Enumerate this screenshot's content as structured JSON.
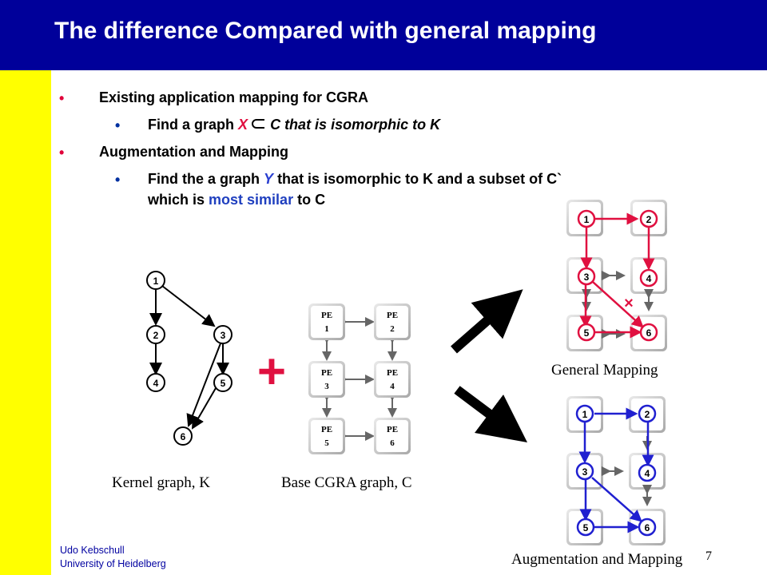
{
  "title": "The difference Compared with general mapping",
  "bullets": {
    "b1": "Existing application mapping for CGRA",
    "b1a_prefix": "Find a graph",
    "b1a_x": "X",
    "b1a_suffix": "C that is isomorphic to K",
    "b2": "Augmentation and Mapping",
    "b2a_prefix": "Find the a graph",
    "b2a_y": "Y",
    "b2a_suffix": "that is isomorphic to K and a subset of C`",
    "b2b_prefix": "which is",
    "b2b_highlight": "most similar",
    "b2b_suffix": "to C"
  },
  "labels": {
    "kernel": "Kernel graph, K",
    "base": "Base CGRA graph, C",
    "general": "General Mapping",
    "augment": "Augmentation and Mapping",
    "plus": "+",
    "cross": "×"
  },
  "kernel_nodes": [
    "1",
    "2",
    "3",
    "4",
    "5",
    "6"
  ],
  "pe_nodes": [
    {
      "top": "PE",
      "bottom": "1"
    },
    {
      "top": "PE",
      "bottom": "2"
    },
    {
      "top": "PE",
      "bottom": "3"
    },
    {
      "top": "PE",
      "bottom": "4"
    },
    {
      "top": "PE",
      "bottom": "5"
    },
    {
      "top": "PE",
      "bottom": "6"
    }
  ],
  "footer": {
    "name": "Udo Kebschull",
    "affiliation": "University of Heidelberg",
    "page": "7"
  },
  "colors": {
    "title_bar": "#00009a",
    "side_bar": "#ffff00",
    "general_mapping": "#e01040",
    "augmented_mapping": "#2020d0",
    "highlight_text": "#1f3fbf",
    "arrow": "#000000"
  }
}
